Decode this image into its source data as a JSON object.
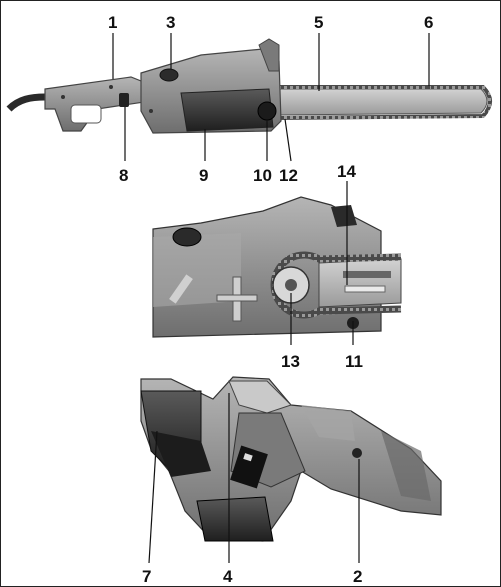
{
  "callouts": {
    "c1": "1",
    "c2": "2",
    "c3": "3",
    "c4": "4",
    "c5": "5",
    "c6": "6",
    "c7": "7",
    "c8": "8",
    "c9": "9",
    "c10": "10",
    "c11": "11",
    "c12": "12",
    "c13": "13",
    "c14": "14"
  },
  "colors": {
    "body": "#8f8f8f",
    "dark": "#3d3d3d",
    "chain": "#5a5a5a",
    "bar": "#b4b4b4",
    "bg": "#ffffff"
  }
}
